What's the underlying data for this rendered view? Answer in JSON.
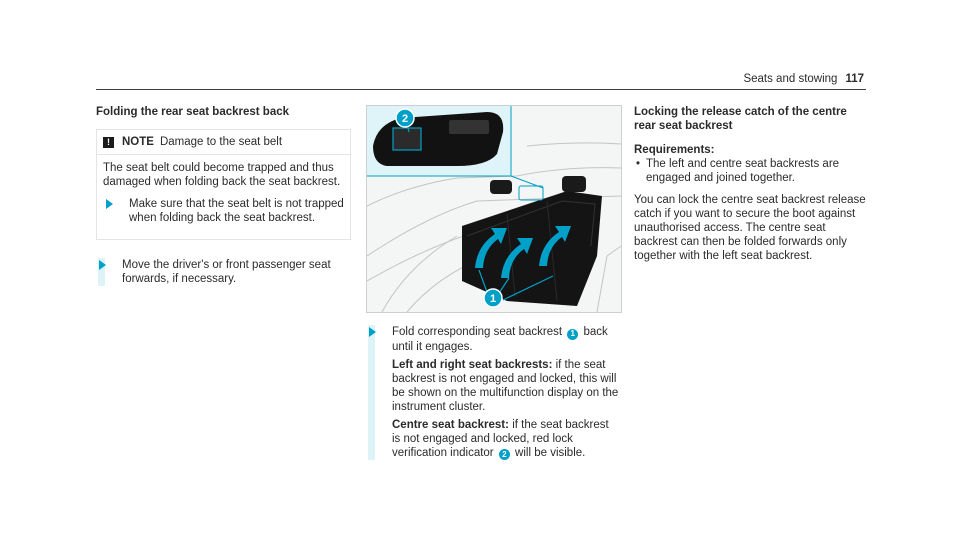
{
  "header": {
    "section": "Seats and stowing",
    "page_number": "117"
  },
  "left": {
    "title": "Folding the rear seat backrest back",
    "note": {
      "label": "NOTE",
      "subject": "Damage to the seat belt",
      "body": "The seat belt could become trapped and thus damaged when folding back the seat backrest.",
      "step": "Make sure that the seat belt is not trapped when folding back the seat backrest."
    },
    "step": "Move the driver's or front passenger seat forwards, if necessary."
  },
  "middle": {
    "callouts": [
      "1",
      "2"
    ],
    "step_a": "Fold corresponding seat backrest",
    "step_b": "back until it engages.",
    "lr_label": "Left and right seat backrests:",
    "lr_text": "if the seat backrest is not engaged and locked, this will be shown on the multifunction display on the instrument cluster.",
    "centre_label": "Centre seat backrest:",
    "centre_text_a": "if the seat backrest is not engaged and locked, red lock verification indicator",
    "centre_text_b": "will be visible."
  },
  "right": {
    "title": "Locking the release catch of the centre rear seat backrest",
    "requirements_label": "Requirements:",
    "requirements": [
      "The left and centre seat backrests are engaged and joined together."
    ],
    "body": "You can lock the centre seat backrest release catch if you want to secure the boot against unauthorised access. The centre seat backrest can then be folded forwards only together with the left seat backrest."
  },
  "colors": {
    "accent": "#00a0c8",
    "step_bar": "#ddf3f8",
    "upholstery": "#111111"
  },
  "icons": [
    "warning-icon",
    "step-arrow-icon",
    "callout-badge"
  ]
}
